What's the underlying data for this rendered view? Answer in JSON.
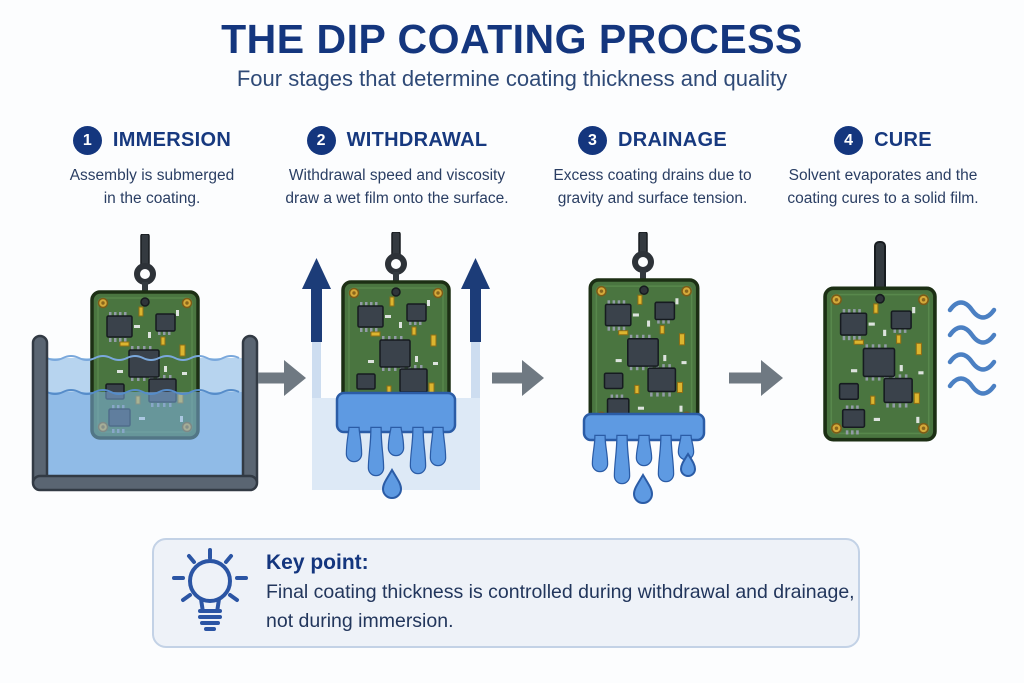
{
  "header": {
    "title": "THE DIP COATING PROCESS",
    "subtitle": "Four stages that determine coating thickness and quality"
  },
  "stages": [
    {
      "number": "1",
      "name": "IMMERSION",
      "description": "Assembly is submerged in the coating."
    },
    {
      "number": "2",
      "name": "WITHDRAWAL",
      "description": "Withdrawal speed and viscosity draw a wet film onto the surface."
    },
    {
      "number": "3",
      "name": "DRAINAGE",
      "description": "Excess coating drains due to gravity and surface tension."
    },
    {
      "number": "4",
      "name": "CURE",
      "description": "Solvent evaporates and the coating cures to a solid film."
    }
  ],
  "key_point": {
    "icon": "lightbulb-icon",
    "label": "Key point:",
    "line1": "Final coating thickness is controlled during withdrawal and drainage,",
    "line2": "not during immersion."
  },
  "colors": {
    "title_navy": "#14367e",
    "body_text": "#2a3e63",
    "stage_circle_navy": "#14367e",
    "process_arrow_gray": "#6f7982",
    "withdraw_arrow_navy": "#1c3c78",
    "coating_blue": "#5e9ae2",
    "coating_outline": "#2b5ca6",
    "liquid_blue": "#a9cbe9",
    "pcb_green": "#4a7540",
    "tank_gray": "#5a6572",
    "keybox_bg": "#eef2f8",
    "keybox_border": "#c3d2e6",
    "evaporation_wave_blue": "#4b80c3"
  }
}
